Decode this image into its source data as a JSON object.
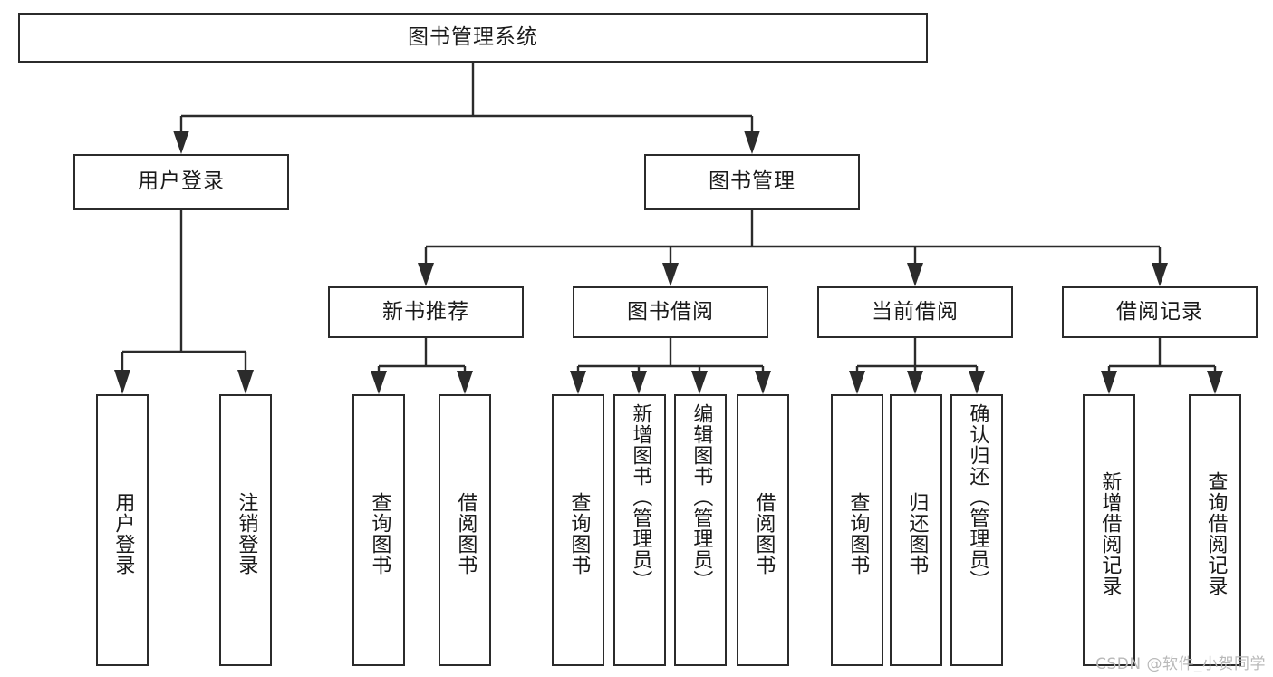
{
  "diagram": {
    "title": "图书管理系统",
    "type": "tree-hierarchy",
    "orientation": "top-down",
    "colors": {
      "node_border": "#2b2b2b",
      "node_fill": "#ffffff",
      "link": "#2b2b2b",
      "background": "#ffffff",
      "watermark": "#b9b9b9"
    }
  },
  "root": {
    "label": "图书管理系统"
  },
  "level2": [
    {
      "label": "用户登录"
    },
    {
      "label": "图书管理"
    }
  ],
  "level3": [
    {
      "label": "新书推荐"
    },
    {
      "label": "图书借阅"
    },
    {
      "label": "当前借阅"
    },
    {
      "label": "借阅记录"
    }
  ],
  "leaves": {
    "user_login": [
      {
        "label": "用户登录"
      },
      {
        "label": "注销登录"
      }
    ],
    "new_book_recommend": [
      {
        "label": "查询图书"
      },
      {
        "label": "借阅图书"
      }
    ],
    "book_borrow": [
      {
        "label": "查询图书"
      },
      {
        "label": "新增图书（管理员）"
      },
      {
        "label": "编辑图书（管理员）"
      },
      {
        "label": "借阅图书"
      }
    ],
    "current_borrow": [
      {
        "label": "查询图书"
      },
      {
        "label": "归还图书"
      },
      {
        "label": "确认归还（管理员）"
      }
    ],
    "borrow_record": [
      {
        "label": "新增借阅记录"
      },
      {
        "label": "查询借阅记录"
      }
    ]
  },
  "watermark": {
    "text": "CSDN @软件_小贺同学"
  }
}
